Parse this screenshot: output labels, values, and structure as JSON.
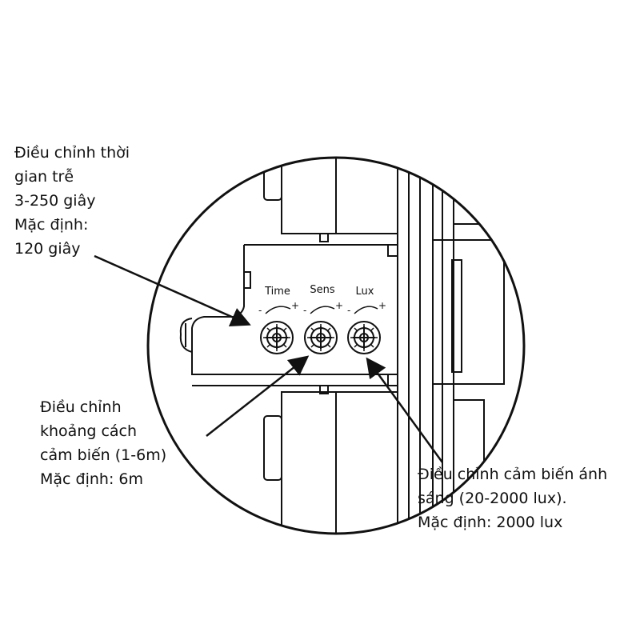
{
  "callouts": {
    "time": {
      "lines": [
        "Điều chỉnh thời",
        "gian trễ",
        "3-250 giây",
        "Mặc định:",
        "120 giây"
      ]
    },
    "sens": {
      "lines": [
        "Điều chỉnh",
        "khoảng cách",
        "cảm biến (1-6m)",
        "Mặc định: 6m"
      ]
    },
    "lux": {
      "lines": [
        "Điều chỉnh cảm biến ánh",
        "sáng (20-2000 lux).",
        "Mặc định: 2000 lux"
      ]
    }
  },
  "knobs": [
    {
      "label": "Time",
      "minus": "-",
      "plus": "+"
    },
    {
      "label": "Sens",
      "minus": "-",
      "plus": "+"
    },
    {
      "label": "Lux",
      "minus": "-",
      "plus": "+"
    }
  ],
  "colors": {
    "line": "#111111",
    "background": "#ffffff"
  }
}
